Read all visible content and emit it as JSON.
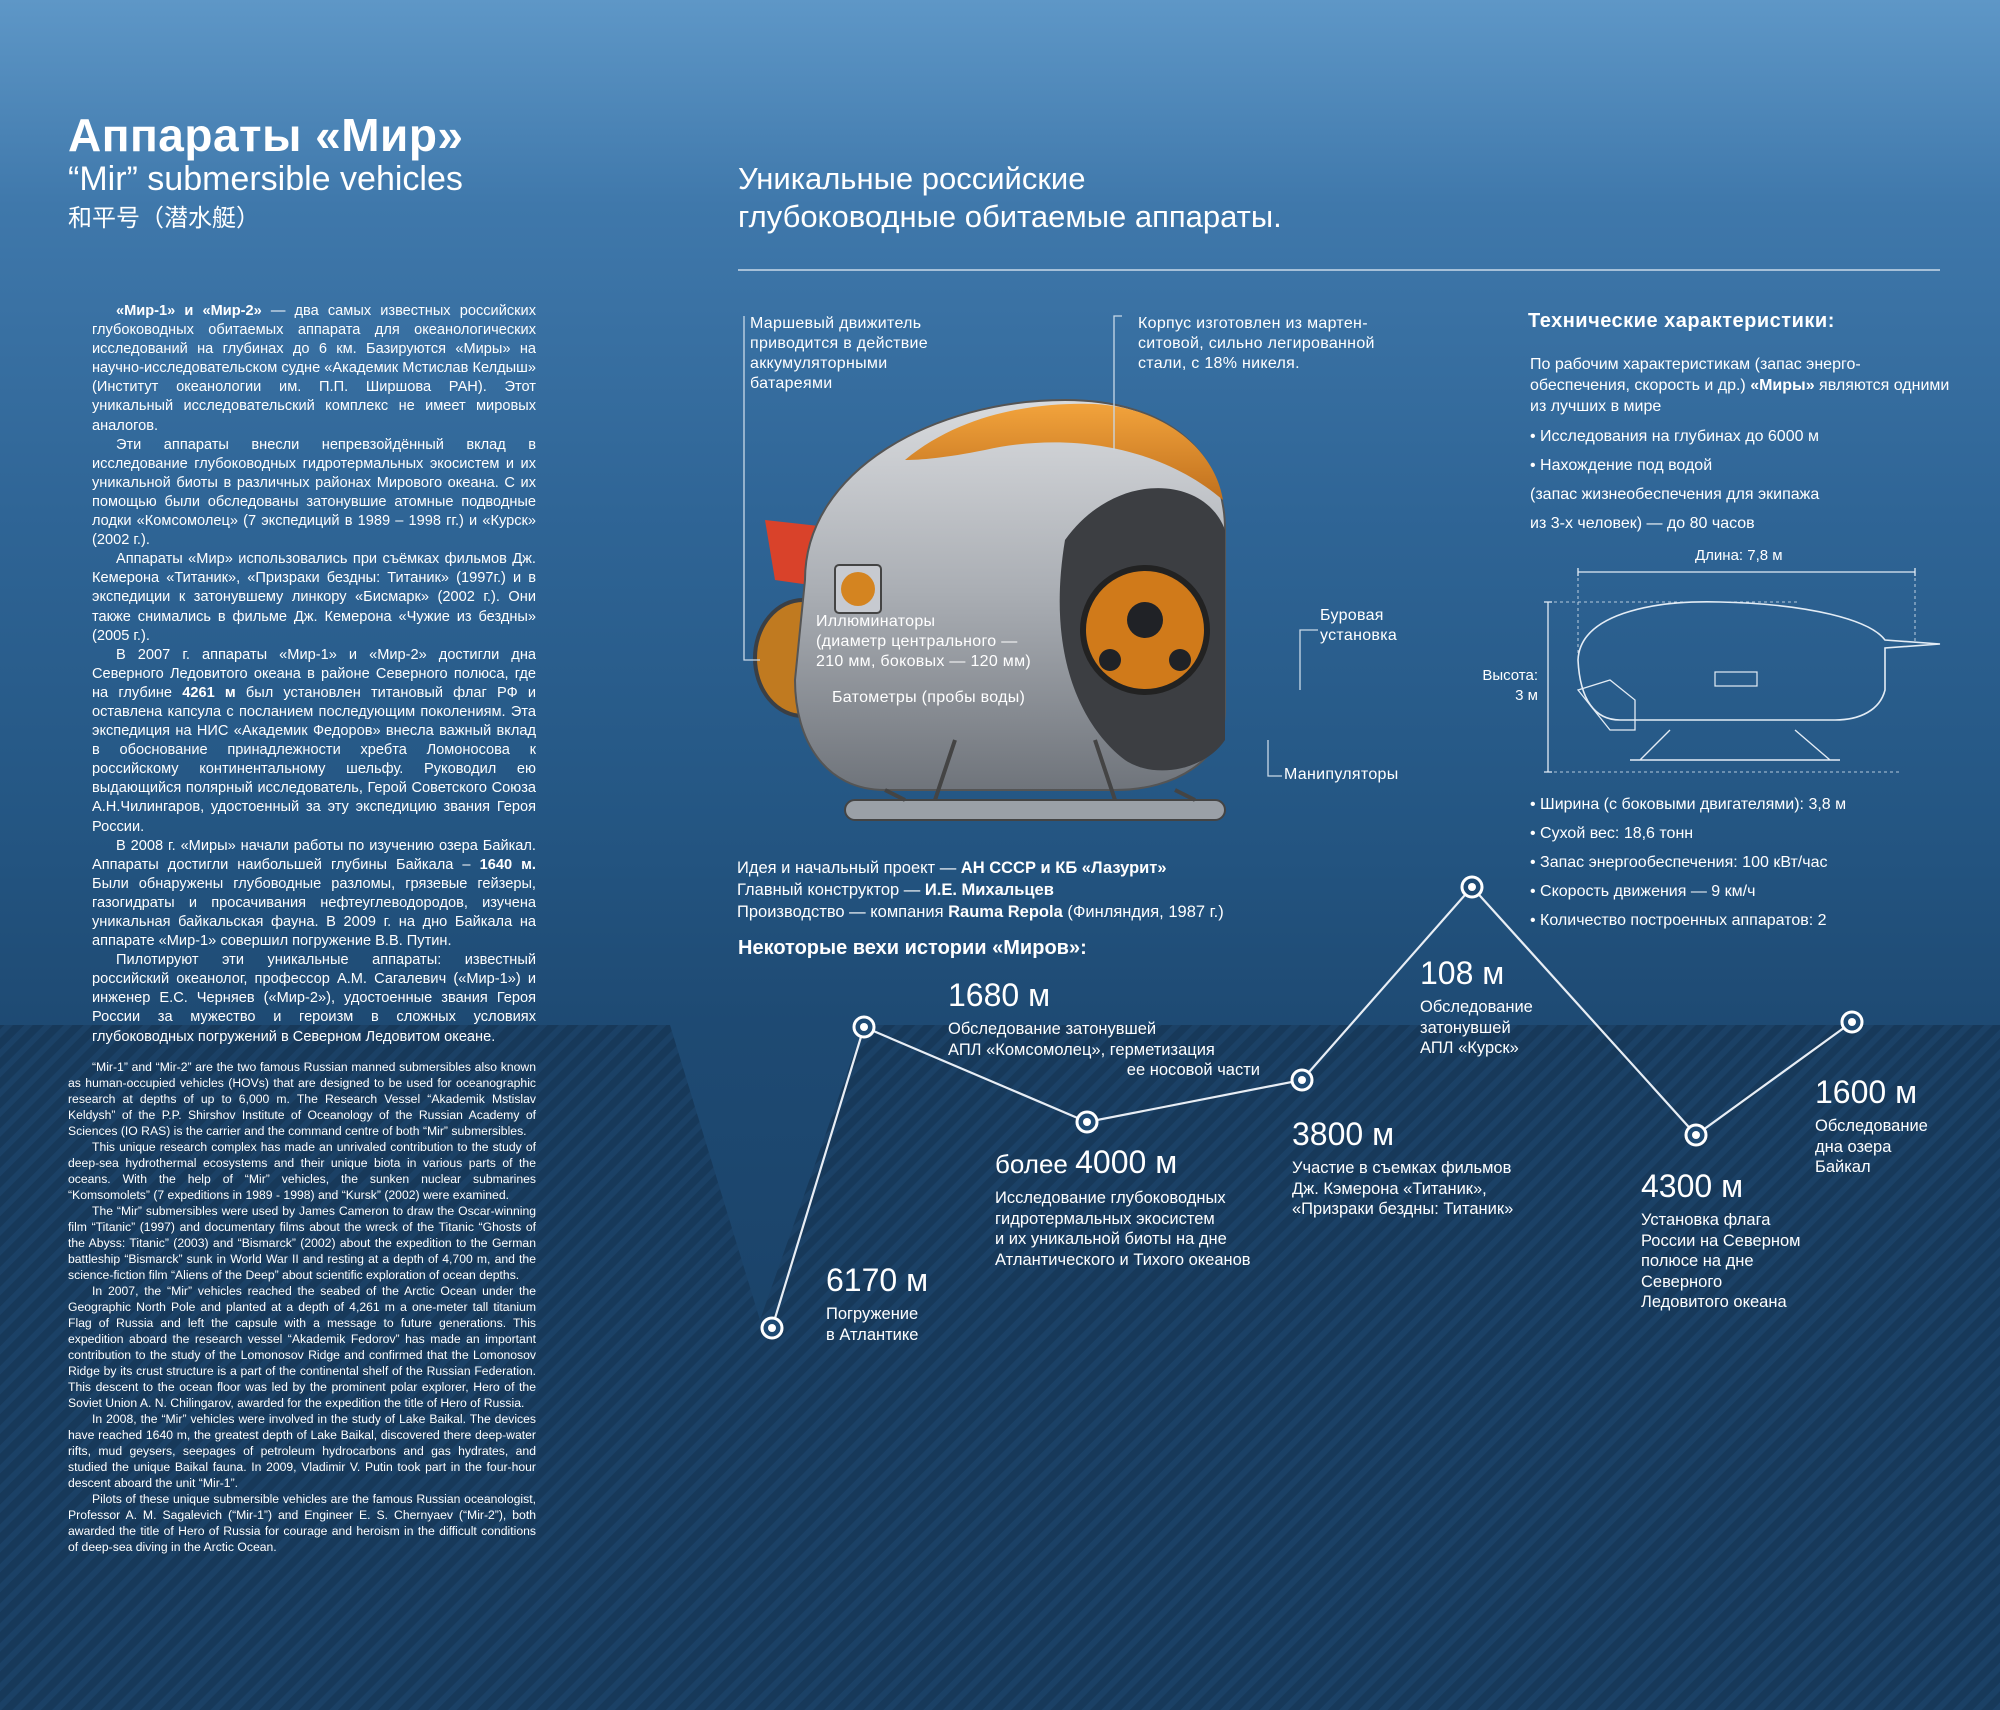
{
  "header": {
    "title": "Аппараты «Мир»",
    "subtitle_en": "“Mir” submersible vehicles",
    "subtitle_cn": "和平号（潜水艇）"
  },
  "headline": {
    "line1": "Уникальные российские",
    "line2": "глубоководные обитаемые аппараты."
  },
  "ru_text": {
    "p1_bold": "«Мир-1» и «Мир-2»",
    "p1": " — два самых известных российских глубоководных обитаемых аппарата для океанологических исследований на глубинах до 6 км. Базируются «Миры» на научно-исследовательском судне «Академик Мстислав Келдыш» (Институт океанологии им. П.П. Ширшова РАН). Этот уникальный исследовательский комплекс не имеет мировых аналогов.",
    "p2": "Эти аппараты внесли непревзойдённый вклад в исследование глубоководных гидротермальных экосистем и их уникальной биоты в различных районах Мирового океана. С их помощью были обследованы затонувшие атомные подводные лодки «Комсомолец» (7 экспедиций в 1989 – 1998 гг.) и «Курск» (2002 г.).",
    "p3": "Аппараты «Мир» использовались при съёмках фильмов Дж. Кемерона «Титаник», «Призраки бездны: Титаник» (1997г.) и в экспедиции к затонувшему линкору «Бисмарк» (2002 г.). Они также снимались в фильме Дж. Кемерона «Чужие из бездны» (2005 г.).",
    "p4a": "В 2007 г. аппараты «Мир-1» и «Мир-2» достигли дна Северного Ледовитого океана в районе Северного полюса, где на глубине ",
    "p4_bold": "4261 м",
    "p4b": " был установлен титановый флаг РФ и оставлена капсула с посланием последующим поколениям. Эта экспедиция на НИС «Академик Федоров» внесла важный вклад в обоснование принадлежности хребта Ломоносова к российскому континентальному шельфу. Руководил ею выдающийся полярный исследователь, Герой Советского Союза А.Н.Чилингаров, удостоенный за эту экспедицию звания Героя России.",
    "p5a": "В 2008 г. «Миры» начали работы по изучению озера Байкал. Аппараты достигли наибольшей глубины Байкала – ",
    "p5_bold": "1640 м.",
    "p5b": " Были обнаружены глубоводные разломы, грязевые гейзеры, газогидраты и просачивания нефтеуглеводородов, изучена уникальная байкальская фауна. В 2009 г. на дно Байкала на аппарате «Мир-1» совершил погружение В.В. Путин.",
    "p6": "Пилотируют эти уникальные аппараты: известный российский океанолог, профессор А.М. Сагалевич («Мир-1») и инженер Е.С. Черняев («Мир-2»), удостоенные звания Героя России за мужество и героизм в сложных условиях глубоководных погружений в Северном Ледовитом океане."
  },
  "en_text": {
    "p1": "“Mir-1” and “Mir-2” are the two famous Russian manned submersibles also known as human-occupied vehicles (HOVs) that are designed to be used for oceanographic research at depths of up to 6,000 m. The Research Vessel “Akademik Mstislav Keldysh” of the P.P. Shirshov Institute of Oceanology of the Russian Academy of Sciences (IO RAS) is the carrier and the command centre of both “Mir” submersibles.",
    "p2": "This unique research complex has made an unrivaled contribution to the study of deep-sea hydrothermal ecosystems and their unique biota in various parts of the oceans. With the help of “Mir” vehicles, the sunken nuclear submarines “Komsomolets” (7 expeditions in 1989 - 1998) and “Kursk” (2002) were examined.",
    "p3": "The “Mir” submersibles were used by James Cameron to draw the Oscar-winning film “Titanic” (1997) and documentary films about the wreck of the Titanic “Ghosts of the Abyss: Titanic” (2003) and “Bismarck” (2002) about the expedition to the German battleship “Bismarck” sunk in World War II and resting at a depth of 4,700 m, and the science-fiction film “Aliens of the Deep” about scientific exploration of ocean depths.",
    "p4": "In 2007, the “Mir” vehicles reached the seabed of the Arctic Ocean under the Geographic North Pole and planted at a depth of 4,261 m a one-meter tall titanium Flag of Russia and left the capsule with a message to future generations. This expedition aboard the research vessel “Akademik Fedorov” has made an important contribution to the study of the Lomonosov Ridge and confirmed that the Lomonosov Ridge by its crust structure is a part of the continental shelf of the Russian Federation.  This descent to the ocean floor was led by the prominent polar explorer, Hero of the Soviet Union A. N. Chilingarov, awarded for the expedition the title of Hero of Russia.",
    "p5": "In 2008, the “Mir” vehicles were involved in the study of Lake Baikal. The devices have reached 1640 m, the greatest depth of Lake Baikal, discovered there deep-water rifts, mud geysers, seepages of petroleum hydrocarbons and gas hydrates,  and studied the unique Baikal fauna. In 2009, Vladimir V. Putin took part in the four-hour descent aboard the unit “Mir-1”.",
    "p6": "Pilots of these unique submersible vehicles are the famous Russian oceanologist, Professor A. M. Sagalevich (“Mir-1”) and Engineer E. S. Chernyaev (“Mir-2”), both awarded the title of Hero of Russia for courage and heroism in the difficult conditions of deep-sea diving in the Arctic Ocean."
  },
  "callouts": {
    "propulsion": [
      "Маршевый движитель",
      "приводится в действие",
      "аккумуляторными",
      "батареями"
    ],
    "hull": [
      "Корпус изготовлен из мартен-",
      "ситовой, сильно легированной",
      "стали, с 18% никеля."
    ],
    "portholes": [
      "Иллюминаторы",
      "(диаметр центрального —",
      "210 мм, боковых — 120 мм)"
    ],
    "bathometers": "Батометры (пробы воды)",
    "drill": [
      "Буровая",
      "установка"
    ],
    "manipulators": "Манипуляторы"
  },
  "tech": {
    "title": "Технические характеристики:",
    "intro_a": "По рабочим характеристикам (запас энерго-обеспечения, скорость и др.) ",
    "intro_bold": "«Миры»",
    "intro_b": " являются одними из лучших в мире",
    "bullets_top": [
      "• Исследования на глубинах до 6000 м",
      "• Нахождение под водой"
    ],
    "bullet_cont": [
      " (запас жизнеобеспечения для экипажа",
      " из 3-х человек) — до 80 часов"
    ],
    "length_label": "Длина: 7,8 м",
    "height_label": [
      "Высота:",
      "3 м"
    ],
    "bullets_bottom": [
      "• Ширина (с боковыми двигателями): 3,8 м",
      "• Сухой вес: 18,6 тонн",
      "• Запас энергообеспечения: 100 кВт/час",
      "• Скорость движения — 9 км/ч",
      "• Количество построенных аппаратов: 2"
    ]
  },
  "credits": [
    {
      "label": "Идея и начальный проект — ",
      "value": "АН СССР и КБ «Лазурит»",
      "tail": ""
    },
    {
      "label": "Главный конструктор — ",
      "value": "И.Е. Михальцев",
      "tail": ""
    },
    {
      "label": "Производство — компания ",
      "value": "Rauma Repola",
      "tail": " (Финляндия, 1987 г.)"
    }
  ],
  "milestones_title": "Некоторые вехи истории «Миров»:",
  "milestones": [
    {
      "prefix": "",
      "depth": "6170 м",
      "desc": [
        "Погружение",
        "в Атлантике"
      ]
    },
    {
      "prefix": "",
      "depth": "1680 м",
      "desc": [
        "Обследование затонувшей",
        "АПЛ «Комсомолец», герметизация",
        "ее носовой части"
      ]
    },
    {
      "prefix": "более ",
      "depth": "4000 м",
      "desc": [
        "Исследование глубоководных",
        "гидротермальных экосистем",
        "и их уникальной биоты на дне",
        "Атлантического и Тихого океанов"
      ]
    },
    {
      "prefix": "",
      "depth": "3800 м",
      "desc": [
        "Участие в съемках фильмов",
        "Дж. Кэмерона «Титаник»,",
        "«Призраки бездны: Титаник»"
      ]
    },
    {
      "prefix": "",
      "depth": "108 м",
      "desc": [
        "Обследование",
        "затонувшей",
        "АПЛ «Курск»"
      ]
    },
    {
      "prefix": "",
      "depth": "4300 м",
      "desc": [
        "Установка флага",
        "России на Северном",
        "полюсе на дне",
        "Северного",
        "Ледовитого океана"
      ]
    },
    {
      "prefix": "",
      "depth": "1600 м",
      "desc": [
        "Обследование",
        "дна озера",
        "Байкал"
      ]
    }
  ],
  "colors": {
    "accent_orange": "#e8902a",
    "flag_red": "#d9422a",
    "deep_navy": "#163a5d"
  }
}
